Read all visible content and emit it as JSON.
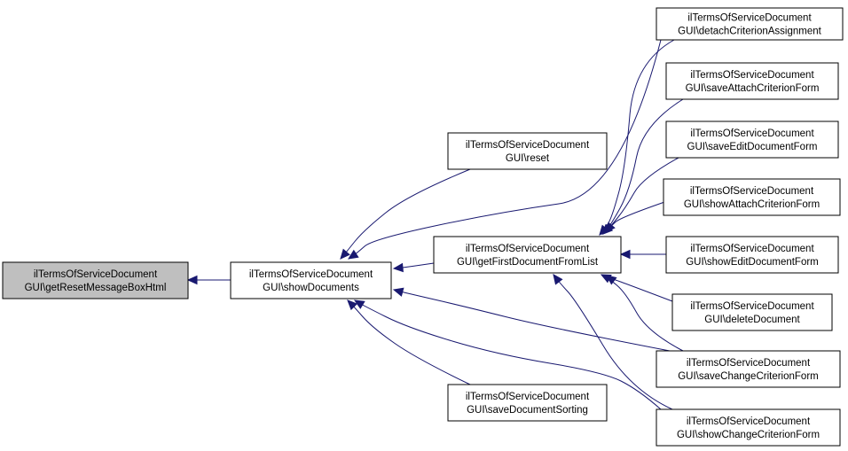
{
  "nodes": [
    {
      "id": "getResetMessageBoxHtml",
      "lines": [
        "ilTermsOfServiceDocument",
        "GUI\\getResetMessageBoxHtml"
      ],
      "highlight": true
    },
    {
      "id": "showDocuments",
      "lines": [
        "ilTermsOfServiceDocument",
        "GUI\\showDocuments"
      ]
    },
    {
      "id": "reset",
      "lines": [
        "ilTermsOfServiceDocument",
        "GUI\\reset"
      ]
    },
    {
      "id": "getFirstDocumentFromList",
      "lines": [
        "ilTermsOfServiceDocument",
        "GUI\\getFirstDocumentFromList"
      ]
    },
    {
      "id": "saveDocumentSorting",
      "lines": [
        "ilTermsOfServiceDocument",
        "GUI\\saveDocumentSorting"
      ]
    },
    {
      "id": "detachCriterionAssignment",
      "lines": [
        "ilTermsOfServiceDocument",
        "GUI\\detachCriterionAssignment"
      ]
    },
    {
      "id": "saveAttachCriterionForm",
      "lines": [
        "ilTermsOfServiceDocument",
        "GUI\\saveAttachCriterionForm"
      ]
    },
    {
      "id": "saveEditDocumentForm",
      "lines": [
        "ilTermsOfServiceDocument",
        "GUI\\saveEditDocumentForm"
      ]
    },
    {
      "id": "showAttachCriterionForm",
      "lines": [
        "ilTermsOfServiceDocument",
        "GUI\\showAttachCriterionForm"
      ]
    },
    {
      "id": "showEditDocumentForm",
      "lines": [
        "ilTermsOfServiceDocument",
        "GUI\\showEditDocumentForm"
      ]
    },
    {
      "id": "deleteDocument",
      "lines": [
        "ilTermsOfServiceDocument",
        "GUI\\deleteDocument"
      ]
    },
    {
      "id": "saveChangeCriterionForm",
      "lines": [
        "ilTermsOfServiceDocument",
        "GUI\\saveChangeCriterionForm"
      ]
    },
    {
      "id": "showChangeCriterionForm",
      "lines": [
        "ilTermsOfServiceDocument",
        "GUI\\showChangeCriterionForm"
      ]
    }
  ],
  "edges": [
    {
      "from": "showDocuments",
      "to": "getResetMessageBoxHtml"
    },
    {
      "from": "reset",
      "to": "showDocuments"
    },
    {
      "from": "getFirstDocumentFromList",
      "to": "showDocuments"
    },
    {
      "from": "saveDocumentSorting",
      "to": "showDocuments"
    },
    {
      "from": "detachCriterionAssignment",
      "to": "showDocuments"
    },
    {
      "from": "saveChangeCriterionForm",
      "to": "showDocuments"
    },
    {
      "from": "showChangeCriterionForm",
      "to": "showDocuments"
    },
    {
      "from": "detachCriterionAssignment",
      "to": "getFirstDocumentFromList"
    },
    {
      "from": "saveAttachCriterionForm",
      "to": "getFirstDocumentFromList"
    },
    {
      "from": "saveEditDocumentForm",
      "to": "getFirstDocumentFromList"
    },
    {
      "from": "showAttachCriterionForm",
      "to": "getFirstDocumentFromList"
    },
    {
      "from": "showEditDocumentForm",
      "to": "getFirstDocumentFromList"
    },
    {
      "from": "deleteDocument",
      "to": "getFirstDocumentFromList"
    },
    {
      "from": "saveChangeCriterionForm",
      "to": "getFirstDocumentFromList"
    },
    {
      "from": "showChangeCriterionForm",
      "to": "getFirstDocumentFromList"
    }
  ],
  "colors": {
    "edge": "#191970",
    "highlight_fill": "#bfbfbf",
    "node_fill": "#ffffff",
    "node_border": "#000000"
  }
}
